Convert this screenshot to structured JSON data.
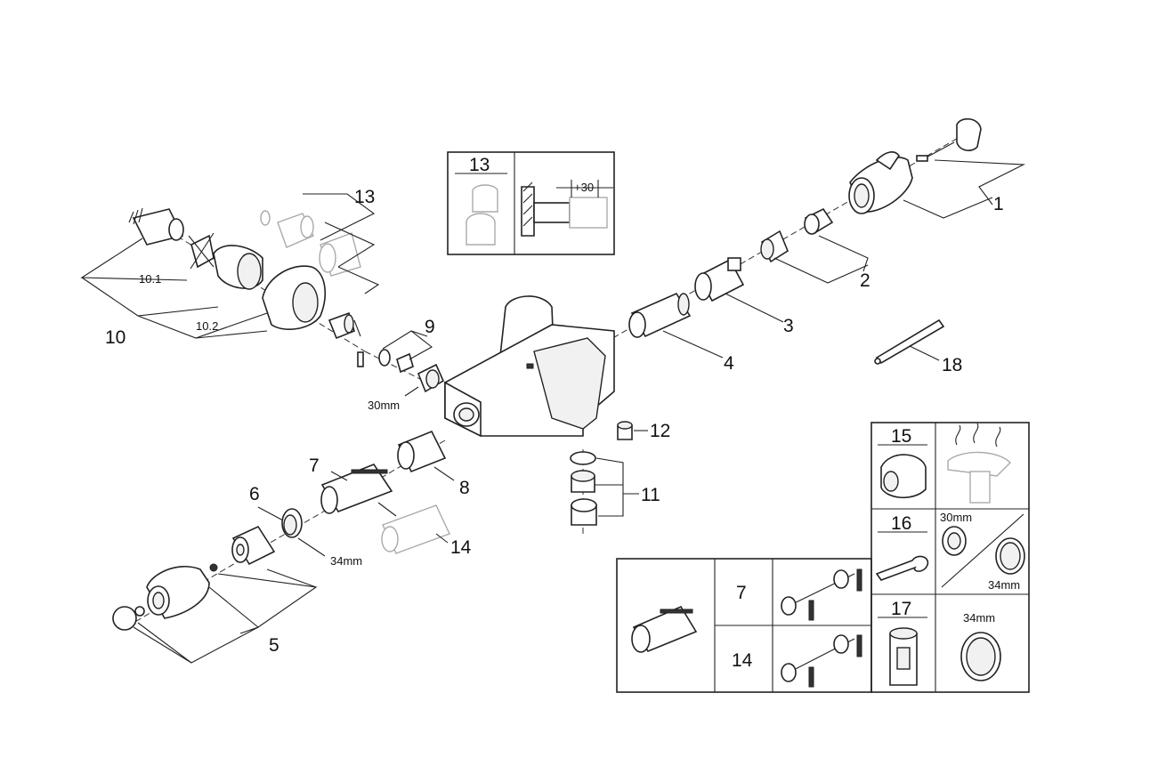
{
  "callouts": {
    "c1": "1",
    "c2": "2",
    "c3": "3",
    "c4": "4",
    "c5": "5",
    "c6": "6",
    "c7": "7",
    "c8": "8",
    "c9": "9",
    "c10": "10",
    "c10_1": "10.1",
    "c10_2": "10.2",
    "c11": "11",
    "c12": "12",
    "c13": "13",
    "c14": "14",
    "c18": "18"
  },
  "dimensions": {
    "nut_30mm": "30mm",
    "ring_34mm": "34mm"
  },
  "inset_13": {
    "number": "13",
    "offset_label": "+30"
  },
  "service_panel": {
    "item_15": "15",
    "item_16": "16",
    "item_16_size_a": "30mm",
    "item_16_size_b": "34mm",
    "item_17": "17",
    "item_17_size": "34mm"
  },
  "cartridge_panel": {
    "row_a": "7",
    "row_b": "14"
  }
}
